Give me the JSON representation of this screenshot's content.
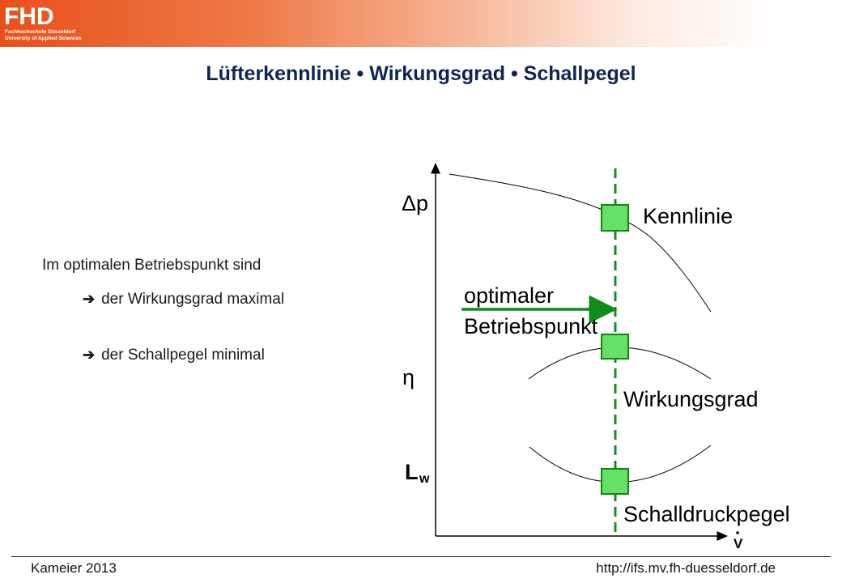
{
  "header": {
    "logo_mark_text": "FHD",
    "logo_line1": "Fachhochschule Düsseldorf",
    "logo_line2": "University of Applied Sciences"
  },
  "slide": {
    "title": "Lüfterkennlinie • Wirkungsgrad • Schallpegel"
  },
  "bullets": {
    "intro": "Im optimalen Betriebspunkt sind",
    "items": [
      {
        "arrow_icon": "arrow-right-icon",
        "text": "der Wirkungsgrad maximal"
      },
      {
        "arrow_icon": "arrow-right-icon",
        "text": "der Schallpegel minimal"
      }
    ]
  },
  "diagram": {
    "axis_labels": {
      "delta_p": "Δp",
      "eta": "η",
      "lw_main": "L",
      "lw_sub": "w",
      "x_axis": "V"
    },
    "curve_labels": {
      "kennlinie": "Kennlinie",
      "wirkungsgrad": "Wirkungsgrad",
      "schalldruckpegel": "Schalldruckpegel"
    },
    "operating_point_label": [
      "optimaler",
      "Betriebspunkt"
    ],
    "colors": {
      "marker_fill": "#66e066",
      "marker_stroke": "#0a8a0a",
      "dashed_line": "#0f8f1f",
      "arrow": "#108c1c",
      "header_orange": "#e8501a",
      "title_navy": "#0f2454"
    }
  },
  "footer": {
    "left": "Kameier 2013",
    "right": "http://ifs.mv.fh-duesseldorf.de"
  }
}
